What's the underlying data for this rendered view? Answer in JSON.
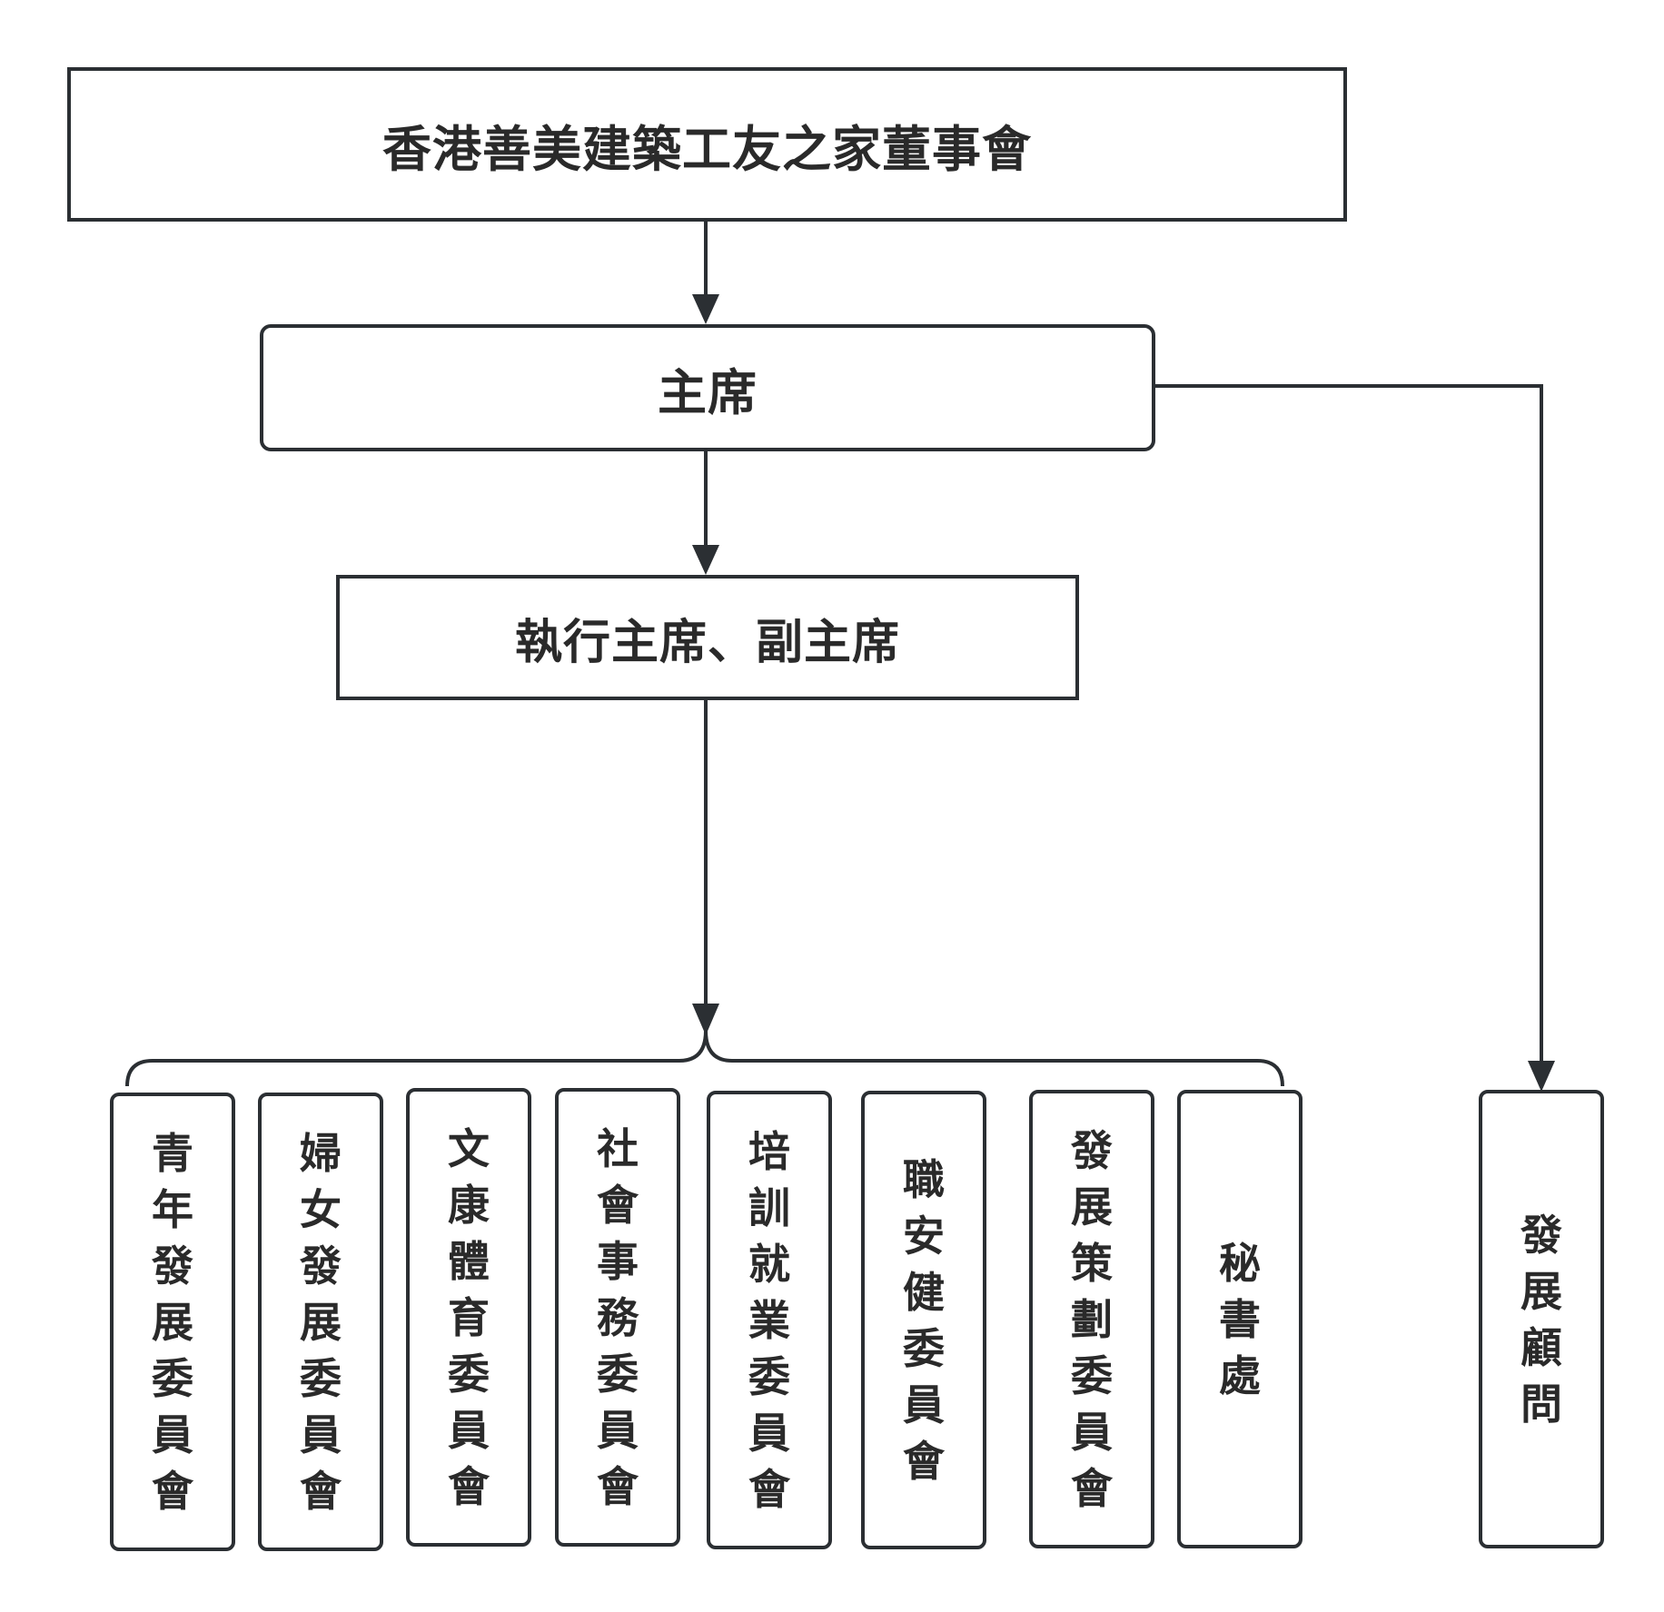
{
  "board": {
    "label": "香港善美建築工友之家董事會"
  },
  "chairman": {
    "label": "主席"
  },
  "executive": {
    "label": "執行主席、副主席"
  },
  "committees": [
    {
      "label": "青年發展委員會"
    },
    {
      "label": "婦女發展委員會"
    },
    {
      "label": "文康體育委員會"
    },
    {
      "label": "社會事務委員會"
    },
    {
      "label": "培訓就業委員會"
    },
    {
      "label": "職安健委員會"
    },
    {
      "label": "發展策劃委員會"
    },
    {
      "label": "秘書處"
    }
  ],
  "advisor": {
    "label": "發展顧問"
  }
}
